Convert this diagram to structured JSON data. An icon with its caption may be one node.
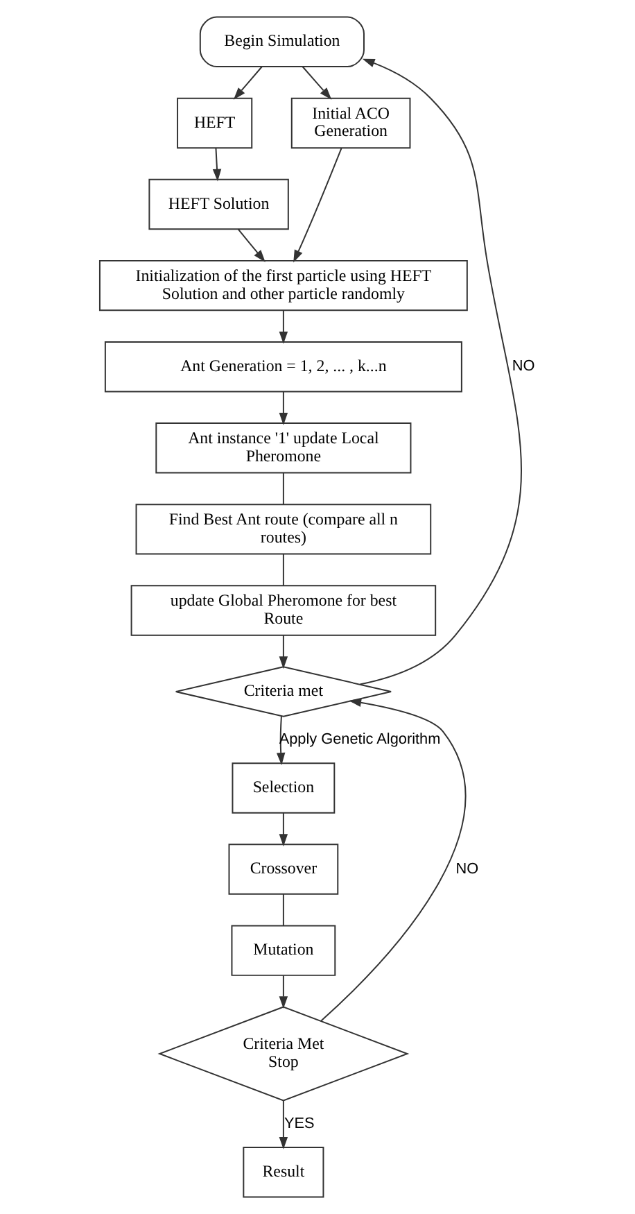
{
  "diagram": {
    "nodes": [
      {
        "text": [
          "Begin Simulation"
        ]
      },
      {
        "text": [
          "HEFT"
        ]
      },
      {
        "text": [
          "Initial ACO Generation"
        ]
      },
      {
        "text": [
          "HEFT Solution"
        ]
      },
      {
        "text": [
          "Initialization of the first particle using HEFT Solution and other particle randomly"
        ]
      },
      {
        "text": [
          "Ant Generation = 1, 2, ... , k...n"
        ]
      },
      {
        "text": [
          "Ant instance '1' update Local Pheromone"
        ]
      },
      {
        "text": [
          "Find Best Ant route (compare all n routes)"
        ]
      },
      {
        "text": [
          "update Global Pheromone for best Route"
        ]
      },
      {
        "text": [
          "Criteria met"
        ]
      },
      {
        "text": [
          "Selection"
        ]
      },
      {
        "text": [
          "Crossover"
        ]
      },
      {
        "text": [
          "Mutation"
        ]
      },
      {
        "text": [
          "Criteria Met",
          "Stop"
        ]
      },
      {
        "text": [
          "Result"
        ]
      }
    ],
    "edges": [
      {
        "from": 0,
        "to": 1,
        "arrow": "to"
      },
      {
        "from": 0,
        "to": 2,
        "arrow": "to"
      },
      {
        "from": 1,
        "to": 3,
        "arrow": "to"
      },
      {
        "from": 3,
        "to": 4,
        "arrow": "to"
      },
      {
        "from": 2,
        "to": 4,
        "arrow": "to"
      },
      {
        "from": 4,
        "to": 5,
        "arrow": "to"
      },
      {
        "from": 5,
        "to": 6,
        "arrow": "to"
      },
      {
        "from": 6,
        "to": 7,
        "arrow": "none"
      },
      {
        "from": 7,
        "to": 8,
        "arrow": "none"
      },
      {
        "from": 8,
        "to": 9,
        "arrow": "to"
      },
      {
        "from": 9,
        "to": 0,
        "arrow": "to",
        "label": "NO"
      },
      {
        "from": 9,
        "to": 10,
        "arrow": "to",
        "label": "Apply Genetic Algorithm"
      },
      {
        "from": 10,
        "to": 11,
        "arrow": "to"
      },
      {
        "from": 11,
        "to": 12,
        "arrow": "none"
      },
      {
        "from": 12,
        "to": 13,
        "arrow": "to"
      },
      {
        "from": 13,
        "to": 9,
        "arrow": "to",
        "label": "NO"
      },
      {
        "from": 13,
        "to": 14,
        "arrow": "to",
        "label": "YES"
      }
    ]
  }
}
